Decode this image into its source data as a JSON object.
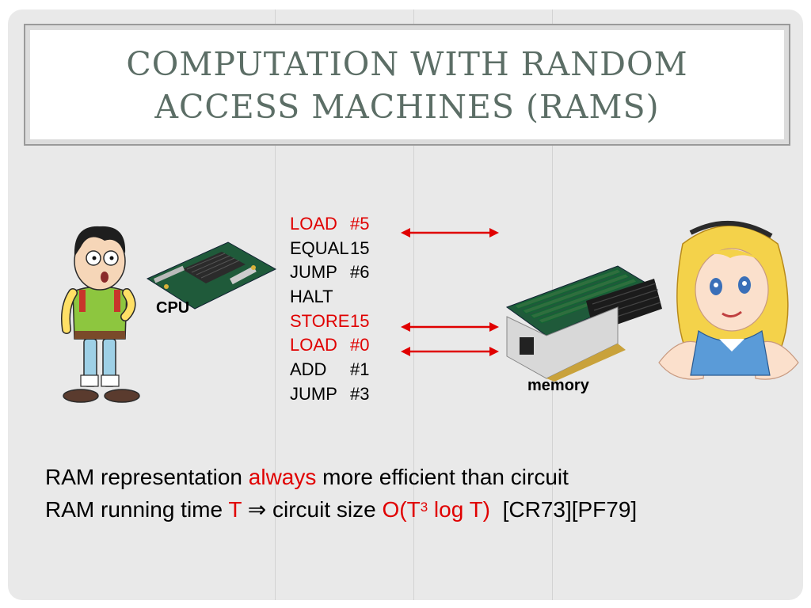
{
  "title": {
    "line1": "COMPUTATION WITH RANDOM",
    "line2": "ACCESS MACHINES (RAMS)"
  },
  "program": [
    {
      "op": "LOAD",
      "arg": "#5",
      "highlight": true
    },
    {
      "op": "EQUAL",
      "arg": "15",
      "highlight": false
    },
    {
      "op": "JUMP",
      "arg": "#6",
      "highlight": false
    },
    {
      "op": "HALT",
      "arg": "",
      "highlight": false
    },
    {
      "op": "STORE",
      "arg": "15",
      "highlight": true
    },
    {
      "op": "LOAD",
      "arg": "#0",
      "highlight": true
    },
    {
      "op": "ADD",
      "arg": "#1",
      "highlight": false
    },
    {
      "op": "JUMP",
      "arg": "#3",
      "highlight": false
    }
  ],
  "labels": {
    "cpu": "CPU",
    "memory": "memory"
  },
  "footer": {
    "line1_pre": "RAM representation ",
    "line1_highlight": "always",
    "line1_post": " more efficient than circuit",
    "line2_pre": "RAM running time ",
    "line2_T": "T",
    "line2_mid": " ⇒ circuit size ",
    "line2_O_pre": "O(T",
    "line2_exp": "3",
    "line2_O_post": " log T)",
    "line2_refs": "  [CR73][PF79]"
  },
  "colors": {
    "highlight": "#e00000",
    "title": "#5c6e66",
    "background": "#e9e9e9"
  },
  "icons": [
    "cartoon-boy-icon",
    "cpu-board-icon",
    "memory-card-icon",
    "cartoon-girl-icon",
    "double-arrow-icon"
  ]
}
